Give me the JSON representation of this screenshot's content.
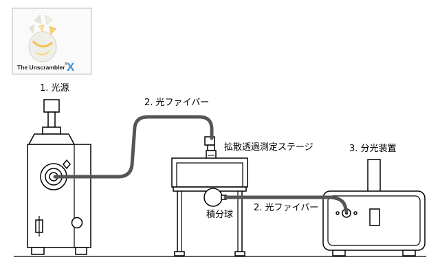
{
  "logo": {
    "text": "The Unscrambler",
    "registered_mark": "®",
    "x_mark": "X",
    "x_mark_color": "#3a8fd6"
  },
  "labels": {
    "light_source": "1. 光源",
    "fiber_top": "2. 光ファイバー",
    "stage": "拡散透過測定ステージ",
    "spectrometer": "3. 分光装置",
    "sphere": "積分球",
    "fiber_bottom": "2. 光ファイバー"
  },
  "colors": {
    "fiber": "#555555",
    "outline": "#000000"
  }
}
